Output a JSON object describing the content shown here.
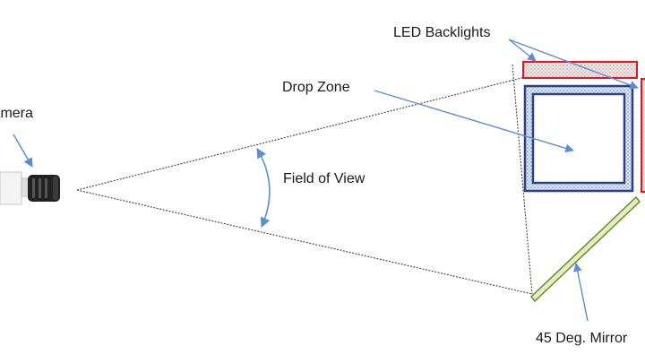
{
  "diagram": {
    "labels": {
      "led_backlights": "LED Backlights",
      "drop_zone": "Drop Zone",
      "camera": "Camera",
      "field_of_view": "Field of View",
      "mirror": "45 Deg. Mirror"
    },
    "icons": {
      "camera": "camera-icon",
      "arrow": "arrow-icon",
      "mirror": "mirror-icon",
      "backlight": "led-backlight-icon"
    },
    "colors": {
      "outline": "#444444",
      "arrow": "#5b8fd0",
      "backlight": "#e8141c",
      "drop_zone_frame": "#2f3f86",
      "drop_zone_border": "#8fb4d8",
      "mirror": "#6b8e23",
      "mirror_fill": "#e4ecc8",
      "camera_body": "#222222"
    }
  }
}
